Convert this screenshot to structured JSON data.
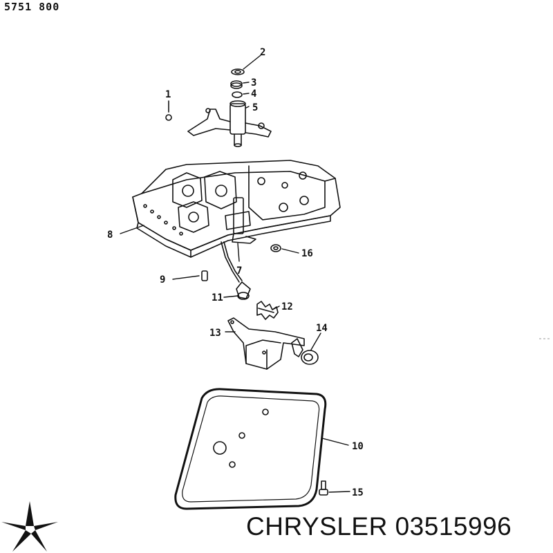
{
  "header": {
    "code": "5751  800"
  },
  "brand": {
    "name": "CHRYSLER 03515996",
    "logo_icon": "pentastar-icon",
    "logo_color": "#111111"
  },
  "callouts": [
    "1",
    "2",
    "3",
    "4",
    "5",
    "7",
    "8",
    "9",
    "10",
    "11",
    "12",
    "13",
    "14",
    "15",
    "16"
  ]
}
